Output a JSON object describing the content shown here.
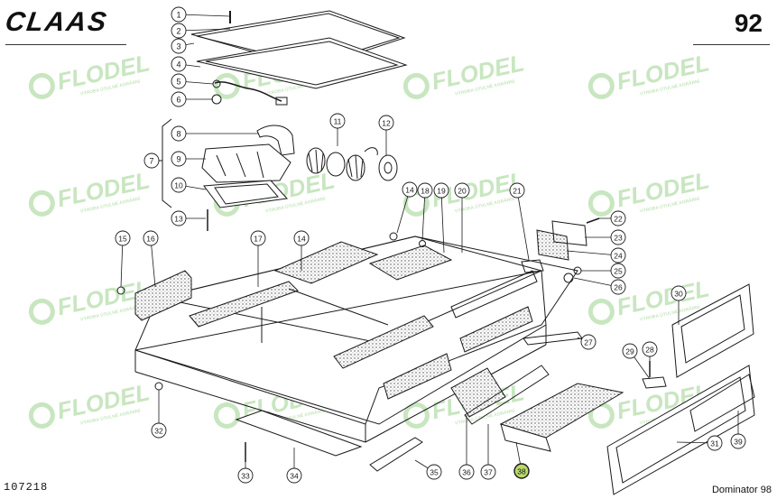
{
  "header": {
    "brand": "CLAAS",
    "page_number": "92"
  },
  "footer": {
    "document_number": "107218",
    "model": "Dominator 98"
  },
  "watermark": {
    "brand": "FLODEL",
    "tagline": "VÝROBA ÚTULNÉ AGRÁRNÍ"
  },
  "colors": {
    "ink": "#1a1a1a",
    "watermark": "#c8e6c0",
    "highlight": "#b8d96a"
  },
  "callouts": [
    {
      "label": "1"
    },
    {
      "label": "2"
    },
    {
      "label": "3"
    },
    {
      "label": "4"
    },
    {
      "label": "5"
    },
    {
      "label": "6"
    },
    {
      "label": "7"
    },
    {
      "label": "8"
    },
    {
      "label": "9"
    },
    {
      "label": "10"
    },
    {
      "label": "11"
    },
    {
      "label": "12"
    },
    {
      "label": "13"
    },
    {
      "label": "14"
    },
    {
      "label": "15"
    },
    {
      "label": "16"
    },
    {
      "label": "17"
    },
    {
      "label": "14"
    },
    {
      "label": "18"
    },
    {
      "label": "19"
    },
    {
      "label": "20"
    },
    {
      "label": "21"
    },
    {
      "label": "22"
    },
    {
      "label": "23"
    },
    {
      "label": "24"
    },
    {
      "label": "25"
    },
    {
      "label": "26"
    },
    {
      "label": "27"
    },
    {
      "label": "28"
    },
    {
      "label": "29"
    },
    {
      "label": "30"
    },
    {
      "label": "31"
    },
    {
      "label": "32"
    },
    {
      "label": "33"
    },
    {
      "label": "34"
    },
    {
      "label": "35"
    },
    {
      "label": "36"
    },
    {
      "label": "37"
    },
    {
      "label": "38"
    },
    {
      "label": "39"
    }
  ]
}
